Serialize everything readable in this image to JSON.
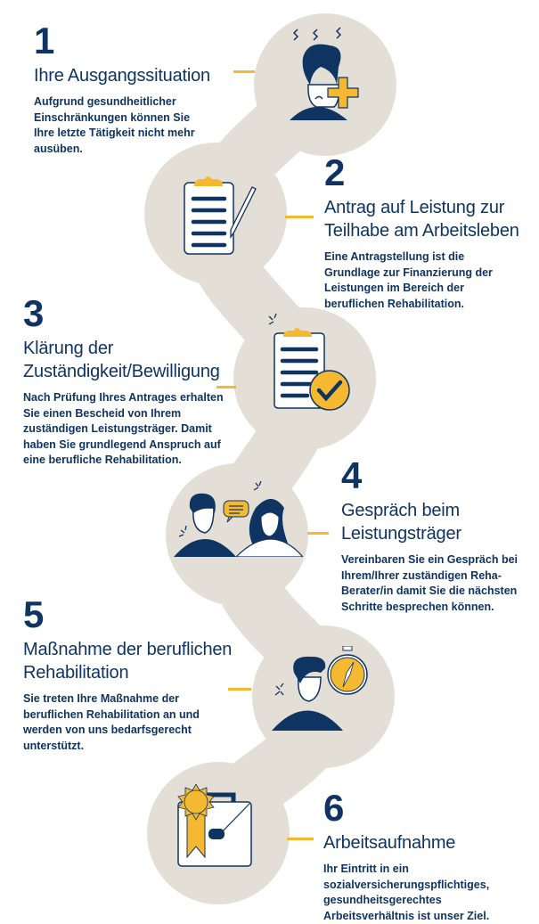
{
  "colors": {
    "navy": "#0f3461",
    "gold": "#f4b930",
    "beige": "#e4dfd6"
  },
  "steps": [
    {
      "number": "1",
      "title": "Ihre Ausgangssituation",
      "body": "Aufgrund gesundheitlicher Einschränkungen können Sie Ihre letzte Tätigkeit nicht mehr ausüben.",
      "icon": "stressed-person-plus-icon"
    },
    {
      "number": "2",
      "title": "Antrag auf Leistung zur Teilhabe am Arbeitsleben",
      "body": "Eine Antragstellung ist die Grundlage zur Finanzierung der Leistungen im Bereich der beruflichen Rehabilitation.",
      "icon": "clipboard-pen-icon"
    },
    {
      "number": "3",
      "title": "Klärung der Zuständigkeit/Bewilligung",
      "body": "Nach Prüfung Ihres Antrages erhalten Sie einen Bescheid von Ihrem zuständigen Leistungsträger. Damit haben Sie grundlegend Anspruch auf eine berufliche Rehabilitation.",
      "icon": "clipboard-check-icon"
    },
    {
      "number": "4",
      "title": "Gespräch beim Leistungsträger",
      "body": "Vereinbaren Sie ein Gespräch bei Ihrem/Ihrer zuständigen Reha-Berater/in damit Sie die nächsten Schritte besprechen können.",
      "icon": "conversation-icon"
    },
    {
      "number": "5",
      "title": "Maßnahme der beruflichen Rehabilitation",
      "body": "Sie treten Ihre Maßnahme der beruflichen Rehabilitation an und werden von uns bedarfsgerecht unterstützt.",
      "icon": "person-compass-icon"
    },
    {
      "number": "6",
      "title": "Arbeitsaufnahme",
      "body": "Ihr Eintritt in ein sozialversicherungspflichtiges, gesundheitsgerechtes Arbeitsverhältnis ist unser Ziel.",
      "icon": "briefcase-award-icon"
    }
  ]
}
